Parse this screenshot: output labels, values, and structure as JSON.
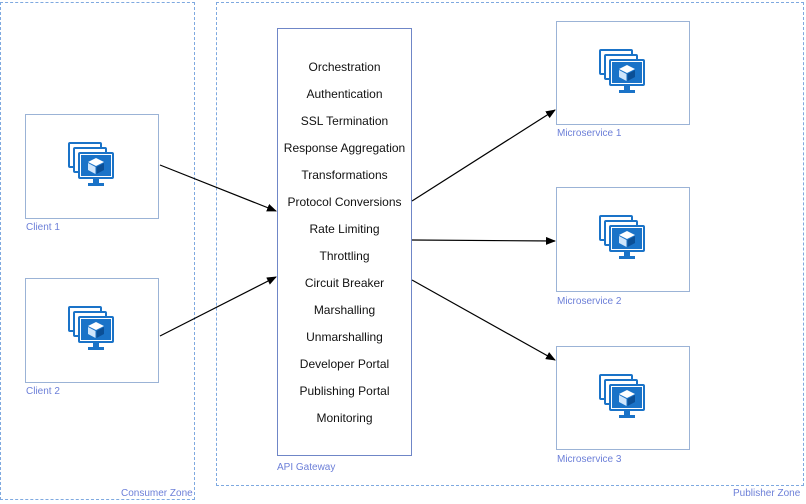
{
  "zones": {
    "consumer_label": "Consumer Zone",
    "publisher_label": "Publisher Zone"
  },
  "clients": [
    {
      "label": "Client 1",
      "icon": "vm-scale-set-icon"
    },
    {
      "label": "Client 2",
      "icon": "vm-scale-set-icon"
    }
  ],
  "gateway": {
    "label": "API Gateway",
    "features": [
      "Orchestration",
      "Authentication",
      "SSL Termination",
      "Response Aggregation",
      "Transformations",
      "Protocol Conversions",
      "Rate Limiting",
      "Throttling",
      "Circuit Breaker",
      "Marshalling",
      "Unmarshalling",
      "Developer Portal",
      "Publishing Portal",
      "Monitoring"
    ]
  },
  "microservices": [
    {
      "label": "Microservice 1",
      "icon": "vm-scale-set-icon"
    },
    {
      "label": "Microservice 2",
      "icon": "vm-scale-set-icon"
    },
    {
      "label": "Microservice 3",
      "icon": "vm-scale-set-icon"
    }
  ],
  "colors": {
    "zone_border": "#7ea9e0",
    "label_text": "#6c7fd8",
    "icon_blue": "#1a73c8",
    "icon_dark": "#0b4f96"
  }
}
